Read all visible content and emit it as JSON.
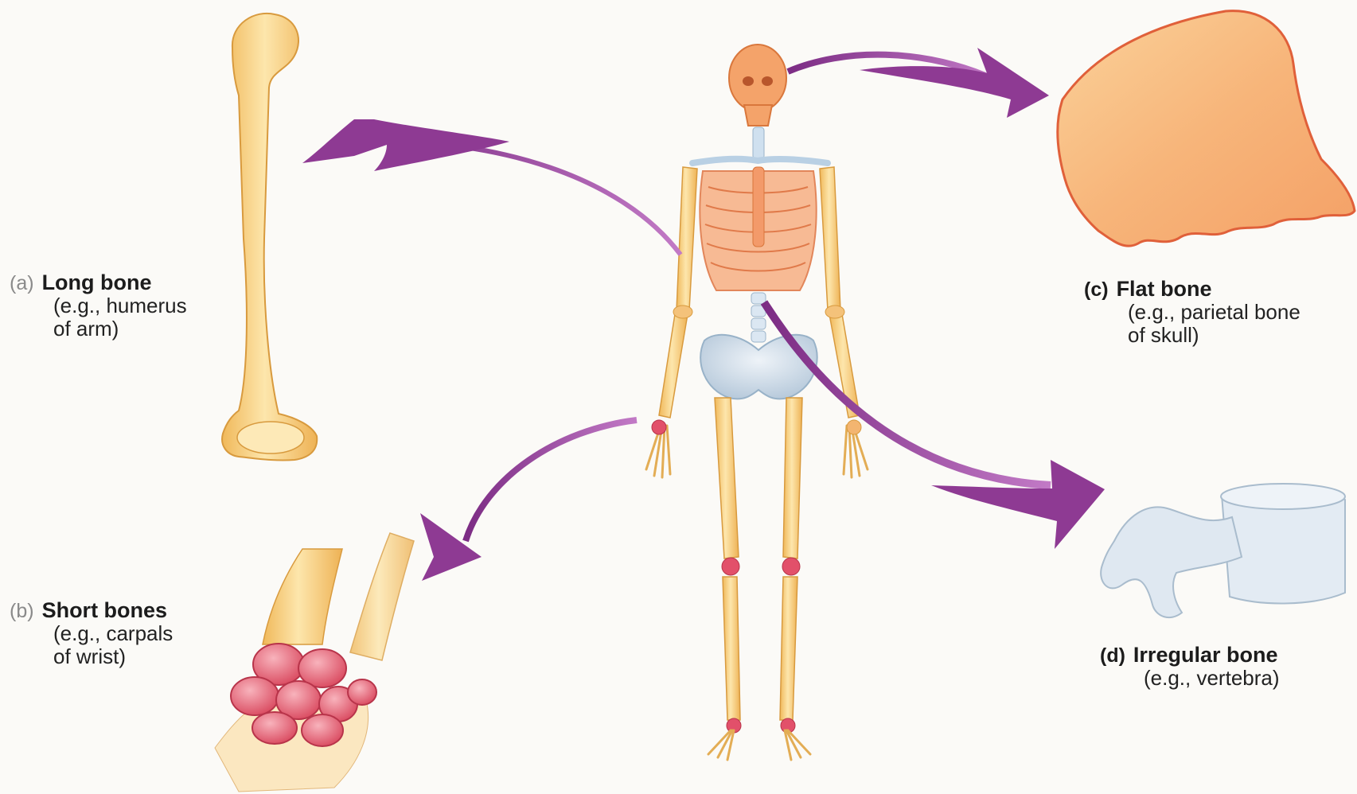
{
  "labels": {
    "a": {
      "letter": "(a)",
      "title": "Long bone",
      "desc_1": "(e.g., humerus",
      "desc_2": "of arm)"
    },
    "b": {
      "letter": "(b)",
      "title": "Short bones",
      "desc_1": "(e.g., carpals",
      "desc_2": "of wrist)"
    },
    "c": {
      "letter": "(c)",
      "title": "Flat bone",
      "desc_1": "(e.g., parietal bone",
      "desc_2": "of skull)"
    },
    "d": {
      "letter": "(d)",
      "title": "Irregular bone",
      "desc_1": "(e.g., vertebra)"
    }
  },
  "colors": {
    "bone": "#f6c86a",
    "bone_light": "#fbe3a6",
    "flat_bone": "#f6b07a",
    "carpal": "#e8687a",
    "vertebra": "#d8e4ef",
    "arrow": "#8e3a93"
  }
}
